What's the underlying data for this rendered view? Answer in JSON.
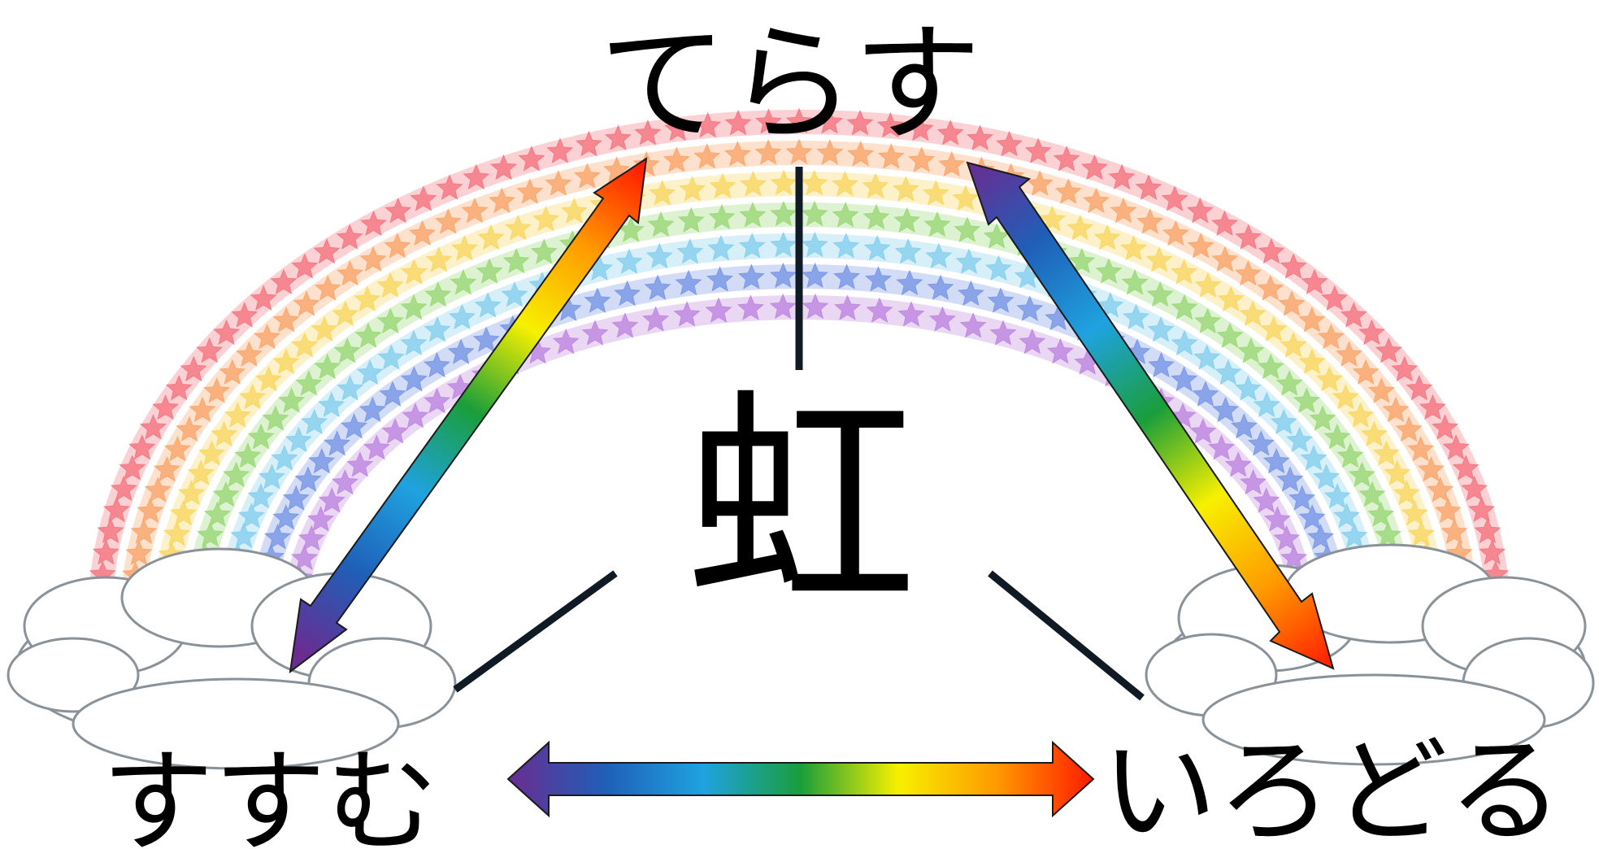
{
  "center": {
    "label": "虹"
  },
  "nodes": {
    "top": "てらす",
    "left": "すすむ",
    "right": "いろどる"
  },
  "rainbow": {
    "bands": [
      "#f47a84",
      "#f9a870",
      "#f8d866",
      "#9ed97c",
      "#8ad0ee",
      "#7d9ae6",
      "#c08be0"
    ],
    "motif": "star-icon"
  },
  "arrow_gradient": [
    "#6a2c91",
    "#1f5fb8",
    "#1fa2e0",
    "#1a9e3a",
    "#f7f000",
    "#ff9a00",
    "#ff1a00"
  ],
  "connector_color": "#0f1a24",
  "cloud_color": "#ffffff",
  "cloud_outline": "#8a9299"
}
